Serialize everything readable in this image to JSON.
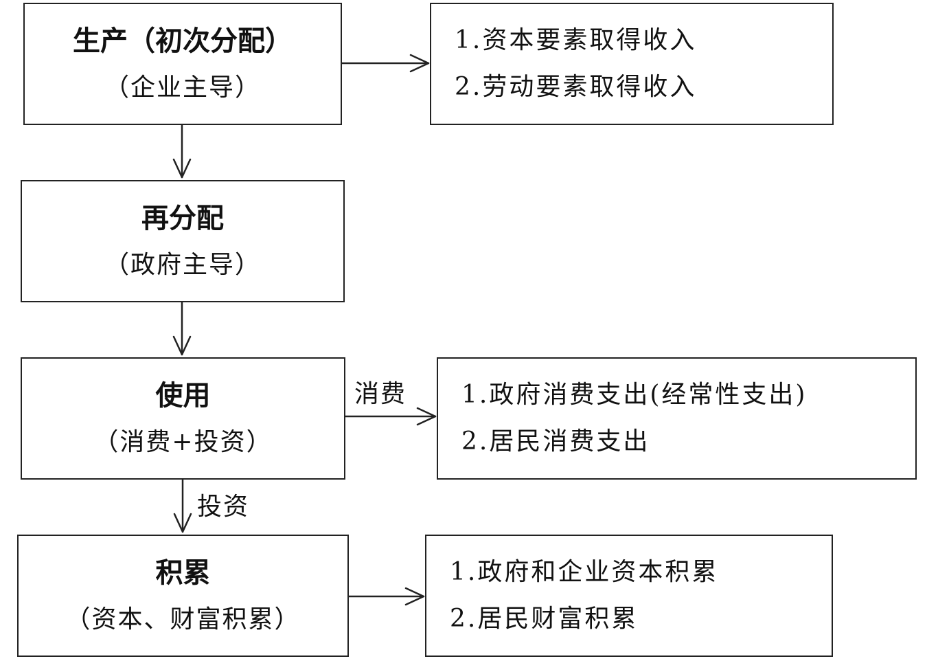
{
  "nodes": {
    "production": {
      "title": "生产（初次分配）",
      "subtitle": "（企业主导）"
    },
    "redistribution": {
      "title": "再分配",
      "subtitle": "（政府主导）"
    },
    "usage": {
      "title": "使用",
      "subtitle": "（消费+投资）"
    },
    "accumulation": {
      "title": "积累",
      "subtitle": "（资本、财富积累）"
    }
  },
  "details": {
    "income": [
      "1.资本要素取得收入",
      "2.劳动要素取得收入"
    ],
    "consumption": [
      "1.政府消费支出(经常性支出)",
      "2.居民消费支出"
    ],
    "accumulation": [
      "1.政府和企业资本积累",
      "2.居民财富积累"
    ]
  },
  "edge_labels": {
    "consumption": "消费",
    "investment": "投资"
  }
}
